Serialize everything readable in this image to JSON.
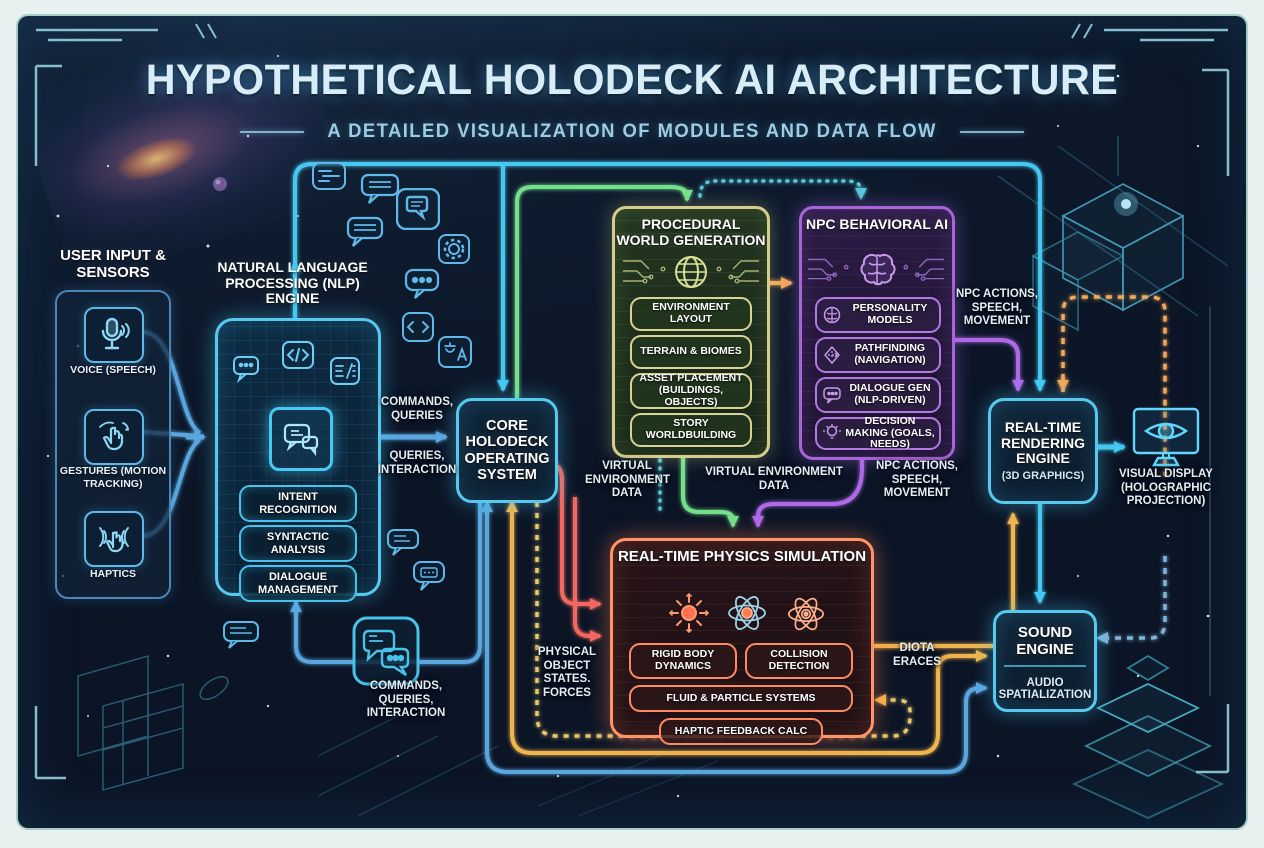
{
  "title": {
    "main": "HYPOTHETICAL HOLODECK AI ARCHITECTURE",
    "subtitle": "A DETAILED VISUALIZATION OF MODULES AND DATA FLOW"
  },
  "user_input": {
    "heading": "USER INPUT & SENSORS",
    "items": [
      {
        "label": "VOICE (SPEECH)",
        "icon": "microphone-icon"
      },
      {
        "label": "GESTURES (MOTION TRACKING)",
        "icon": "gesture-hand-icon"
      },
      {
        "label": "HAPTICS",
        "icon": "haptics-hand-icon"
      }
    ]
  },
  "nlp": {
    "title": "NATURAL LANGUAGE PROCESSING (NLP) ENGINE",
    "items": [
      "INTENT RECOGNITION",
      "SYNTACTIC ANALYSIS",
      "DIALOGUE MANAGEMENT"
    ],
    "center_icon": "chat-chip-icon",
    "deco_icons": [
      "speech-bubble-icon",
      "code-icon",
      "list-slash-icon"
    ]
  },
  "core": {
    "title": "CORE HOLODECK OPERATING SYSTEM"
  },
  "world_gen": {
    "title": "PROCEDURAL WORLD GENERATION",
    "center_icon": "globe-icon",
    "items": [
      "ENVIRONMENT LAYOUT",
      "TERRAIN & BIOMES",
      "ASSET PLACEMENT (BUILDINGS, OBJECTS)",
      "STORY WORLDBUILDING"
    ]
  },
  "npc": {
    "title": "NPC BEHAVIORAL AI",
    "center_icon": "brain-icon",
    "items": [
      {
        "label": "PERSONALITY MODELS",
        "icon": "brain-icon"
      },
      {
        "label": "PATHFINDING (NAVIGATION)",
        "icon": "pathfinding-icon"
      },
      {
        "label": "DIALOGUE GEN (NLP-DRIVEN)",
        "icon": "dialogue-icon"
      },
      {
        "label": "DECISION MAKING (GOALS, NEEDS)",
        "icon": "lightbulb-icon"
      }
    ]
  },
  "physics": {
    "title": "REAL-TIME PHYSICS SIMULATION",
    "header_icons": [
      "burst-icon",
      "atom-icon",
      "atom-icon"
    ],
    "items": [
      "RIGID BODY DYNAMICS",
      "COLLISION DETECTION",
      "FLUID & PARTICLE SYSTEMS",
      "HAPTIC FEEDBACK CALC"
    ]
  },
  "rendering": {
    "title": "REAL-TIME RENDERING ENGINE",
    "subtitle": "(3D GRAPHICS)"
  },
  "sound": {
    "title": "SOUND ENGINE",
    "subtitle": "AUDIO SPATIALIZATION"
  },
  "display": {
    "label": "VISUAL DISPLAY (HOLOGRAPHIC PROJECTION)",
    "icon": "monitor-eye-icon"
  },
  "edge_labels": {
    "commands_queries": "COMMANDS, QUERIES",
    "queries_interaction": "QUERIES, INTERACTION",
    "virtual_env_left": "VIRTUAL ENVIRONMENT DATA",
    "virtual_env_center": "VIRTUAL ENVIRONMENT DATA",
    "npc_actions_top": "NPC ACTIONS, SPEECH, MOVEMENT",
    "npc_actions_mid": "NPC ACTIONS, SPEECH, MOVEMENT",
    "physical_object_states": "PHYSICAL OBJECT STATES. FORCES",
    "data_traces": "DIOTA ERACES",
    "commands_loop": "COMMANDS, QUERIES, INTERACTION"
  },
  "colors": {
    "frame": "#e7f2f0",
    "background": "#0e1b2e",
    "cyan": "#45c8f0",
    "blue": "#5aa7e0",
    "green": "#74e08c",
    "green_border": "#d6cd8c",
    "purple": "#b06ae8",
    "orange": "#f2a85a",
    "yellow": "#f0b44e",
    "red": "#f0685e",
    "teal_dotted": "#59c8d8",
    "title_text": "#d9edf9"
  },
  "decorative_icons": [
    "bars-icon",
    "chat-bubble-icon",
    "chat-bubble-icon",
    "chat-box-icon",
    "gear-icon",
    "ellipsis-bubble-icon",
    "code-icon",
    "translate-icon",
    "chat-bubble-icon",
    "chat-dots-icon",
    "chat-bubble-icon",
    "chat-pair-icon",
    "galaxy",
    "planet",
    "holo-cube",
    "holo-pyramid",
    "wireframe-panels"
  ]
}
